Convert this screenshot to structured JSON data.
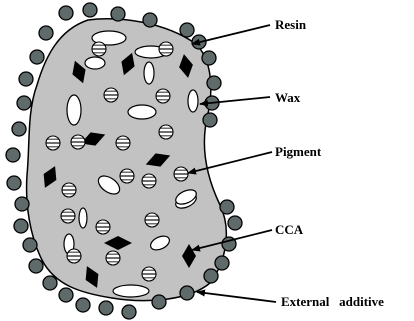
{
  "labels": {
    "resin": "Resin",
    "wax": "Wax",
    "pigment": "Pigment",
    "cca": "CCA",
    "external_additive": "External   additive"
  },
  "colors": {
    "resin_fill": "#c2c2c2",
    "outline": "#000000",
    "external_additive": "#5f6b6b",
    "wax": "#ffffff",
    "cca": "#000000"
  }
}
